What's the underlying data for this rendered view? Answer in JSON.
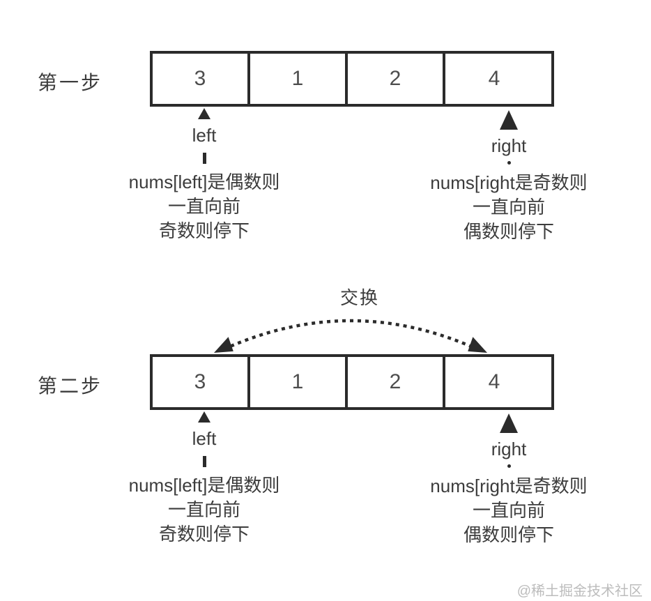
{
  "steps": [
    {
      "label": "第一步",
      "array": [
        "3",
        "1",
        "2",
        "4"
      ],
      "left_pointer": {
        "label": "left",
        "annotation": [
          "nums[left]是偶数则",
          "一直向前",
          "奇数则停下"
        ]
      },
      "right_pointer": {
        "label": "right",
        "annotation": [
          "nums[right是奇数则",
          "一直向前",
          "偶数则停下"
        ]
      }
    },
    {
      "label": "第二步",
      "swap_label": "交换",
      "array": [
        "3",
        "1",
        "2",
        "4"
      ],
      "left_pointer": {
        "label": "left",
        "annotation": [
          "nums[left]是偶数则",
          "一直向前",
          "奇数则停下"
        ]
      },
      "right_pointer": {
        "label": "right",
        "annotation": [
          "nums[right是奇数则",
          "一直向前",
          "偶数则停下"
        ]
      }
    }
  ],
  "watermark": "@稀土掘金技术社区",
  "colors": {
    "line": "#2b2b2b",
    "text": "#3c3c3c",
    "watermark": "#bcbcbc",
    "background": "#ffffff"
  }
}
